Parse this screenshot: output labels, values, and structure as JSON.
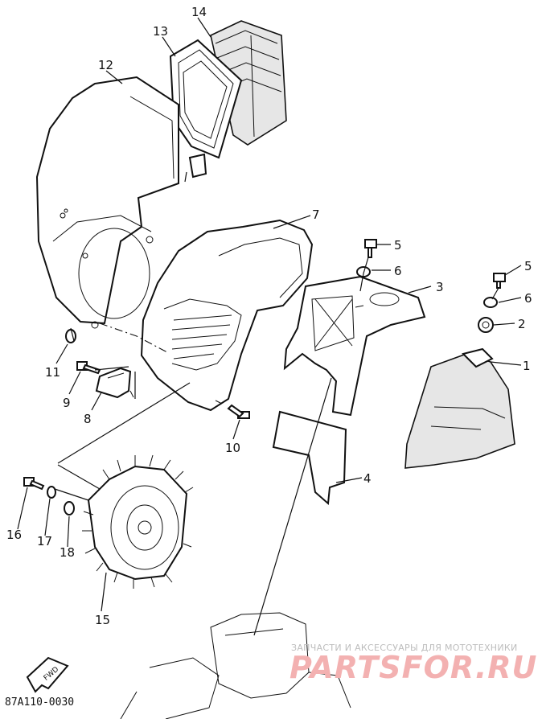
{
  "diagram": {
    "callouts": [
      "14",
      "13",
      "12",
      "7",
      "5",
      "6",
      "3",
      "5",
      "6",
      "2",
      "1",
      "11",
      "9",
      "8",
      "10",
      "4",
      "16",
      "17",
      "18",
      "15"
    ],
    "fwd_label": "FWD",
    "drawing_code": "87A110-0030"
  },
  "watermark": {
    "tagline": "ЗАПЧАСТИ И АКСЕССУАРЫ ДЛЯ МОТОТЕХНИКИ",
    "logo_text": "PARTSFOR.RU"
  }
}
